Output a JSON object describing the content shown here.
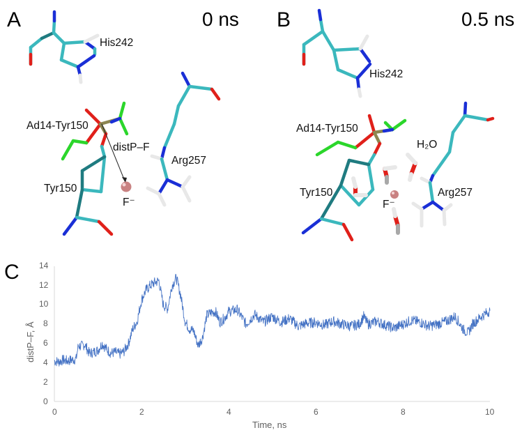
{
  "panels": {
    "A": {
      "label": "A",
      "time": "0 ns",
      "residues": {
        "his": "His242",
        "ligand": "Ad14-Tyr150",
        "dist": "distP–F",
        "arg": "Arg257",
        "tyr": "Tyr150",
        "fluoride": "F⁻"
      }
    },
    "B": {
      "label": "B",
      "time": "0.5 ns",
      "residues": {
        "his": "His242",
        "ligand": "Ad14-Tyr150",
        "water": "H₂O",
        "arg": "Arg257",
        "tyr": "Tyr150",
        "fluoride": "F⁻"
      }
    },
    "C": {
      "label": "C"
    }
  },
  "colors": {
    "carbon": "#3bb8bd",
    "carbon_dark": "#1f7b80",
    "nitrogen": "#1a2fd6",
    "oxygen": "#e0201a",
    "hydrogen": "#e8e8e8",
    "phosphorus": "#8c8650",
    "ligand_green": "#2bd62b",
    "fluoride": "#d99090",
    "series": "#4472c4",
    "axis": "#d9d9d9",
    "tick_text": "#5f5f5f"
  },
  "chart_data": {
    "type": "line",
    "title": "",
    "xlabel": "Time, ns",
    "ylabel": "distP–F, Å",
    "xlim": [
      0,
      10
    ],
    "ylim": [
      0,
      14
    ],
    "x_ticks": [
      "0",
      "2",
      "4",
      "6",
      "8",
      "10"
    ],
    "y_ticks": [
      "0",
      "2",
      "4",
      "6",
      "8",
      "10",
      "12",
      "14"
    ],
    "grid": false,
    "legend": null,
    "series": [
      {
        "name": "distP–F",
        "color": "#4472c4",
        "x": [
          0,
          0.1,
          0.2,
          0.3,
          0.4,
          0.5,
          0.55,
          0.6,
          0.7,
          0.8,
          0.9,
          1.0,
          1.1,
          1.2,
          1.3,
          1.4,
          1.5,
          1.6,
          1.7,
          1.8,
          1.9,
          2.0,
          2.1,
          2.2,
          2.3,
          2.4,
          2.5,
          2.6,
          2.7,
          2.8,
          2.9,
          3.0,
          3.1,
          3.2,
          3.3,
          3.4,
          3.5,
          3.6,
          3.7,
          3.8,
          3.9,
          4.0,
          4.2,
          4.4,
          4.6,
          4.8,
          5.0,
          5.2,
          5.4,
          5.6,
          5.8,
          6.0,
          6.2,
          6.4,
          6.6,
          6.8,
          7.0,
          7.1,
          7.2,
          7.4,
          7.6,
          7.8,
          8.0,
          8.2,
          8.4,
          8.6,
          8.8,
          9.0,
          9.2,
          9.4,
          9.5,
          9.6,
          9.8,
          10.0
        ],
        "y": [
          4.2,
          4.1,
          4.3,
          4.2,
          4.3,
          4.4,
          5.8,
          5.7,
          5.9,
          5.0,
          5.1,
          5.3,
          6.0,
          5.4,
          5.0,
          5.1,
          4.9,
          5.2,
          6.0,
          7.5,
          8.3,
          10.5,
          11.5,
          12.0,
          12.3,
          12.5,
          10.0,
          9.6,
          12.0,
          12.8,
          11.0,
          8.3,
          7.5,
          7.3,
          5.8,
          6.6,
          8.9,
          9.2,
          9.3,
          8.2,
          8.6,
          9.3,
          9.5,
          8.0,
          9.0,
          8.2,
          8.8,
          8.2,
          8.6,
          7.8,
          8.1,
          8.2,
          7.9,
          8.3,
          8.0,
          7.8,
          8.0,
          8.8,
          8.0,
          8.3,
          7.9,
          7.6,
          8.0,
          8.4,
          8.2,
          7.8,
          8.0,
          8.3,
          8.8,
          7.4,
          7.1,
          8.0,
          8.8,
          9.4
        ]
      }
    ]
  }
}
